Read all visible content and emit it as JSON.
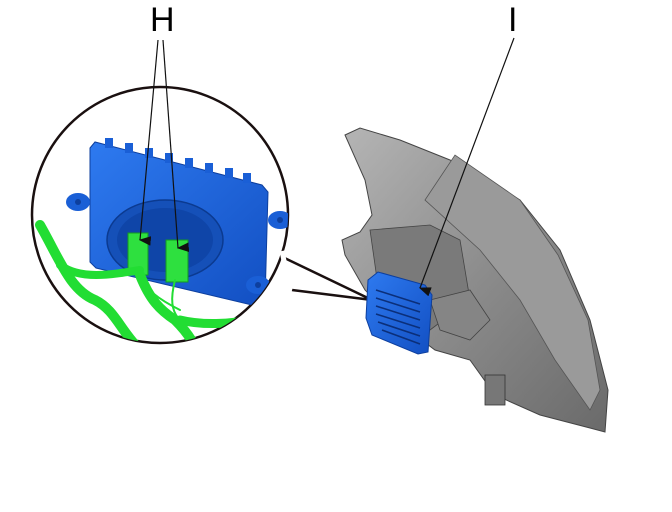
{
  "diagram": {
    "callouts": [
      {
        "id": "H",
        "label": "H",
        "target": "wire-harness-connectors"
      },
      {
        "id": "I",
        "label": "I",
        "target": "headlight-control-module"
      }
    ],
    "colors": {
      "module": "#1a5fd6",
      "connectors": "#22dd33",
      "housing": "#8a8a8a",
      "outline": "#1a1010"
    }
  }
}
